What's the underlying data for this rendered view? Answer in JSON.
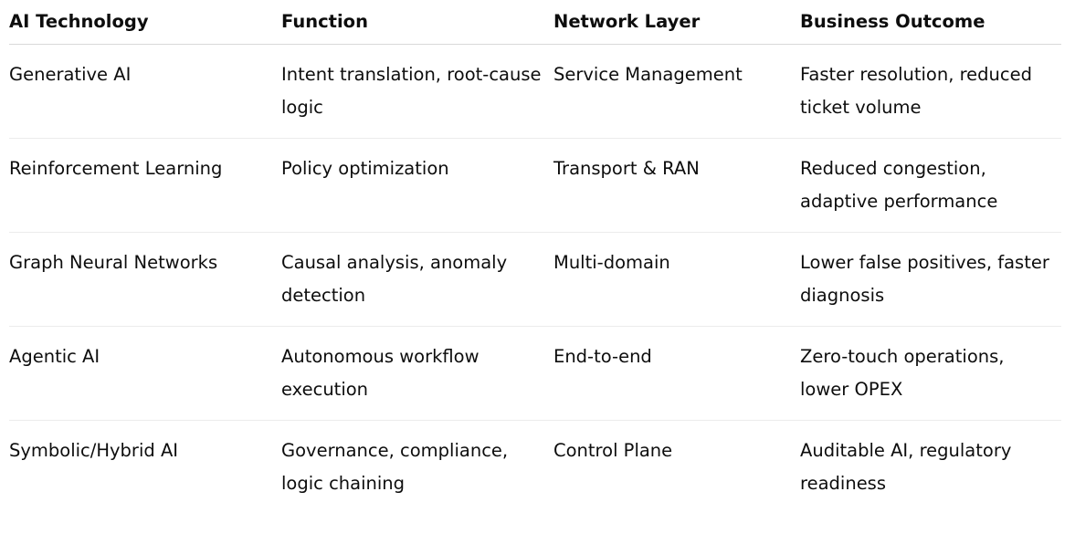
{
  "table": {
    "headers": [
      "AI Technology",
      "Function",
      "Network Layer",
      "Business Outcome"
    ],
    "rows": [
      [
        "Generative AI",
        "Intent translation, root-cause logic",
        "Service Management",
        "Faster resolution, reduced ticket volume"
      ],
      [
        "Reinforcement Learning",
        "Policy optimization",
        "Transport & RAN",
        "Reduced congestion, adaptive performance"
      ],
      [
        "Graph Neural Networks",
        "Causal analysis, anomaly detection",
        "Multi-domain",
        "Lower false positives, faster diagnosis"
      ],
      [
        "Agentic AI",
        "Autonomous workflow execution",
        "End-to-end",
        "Zero-touch operations, lower OPEX"
      ],
      [
        "Symbolic/Hybrid AI",
        "Governance, compliance, logic chaining",
        "Control Plane",
        "Auditable AI, regulatory readiness"
      ]
    ]
  }
}
